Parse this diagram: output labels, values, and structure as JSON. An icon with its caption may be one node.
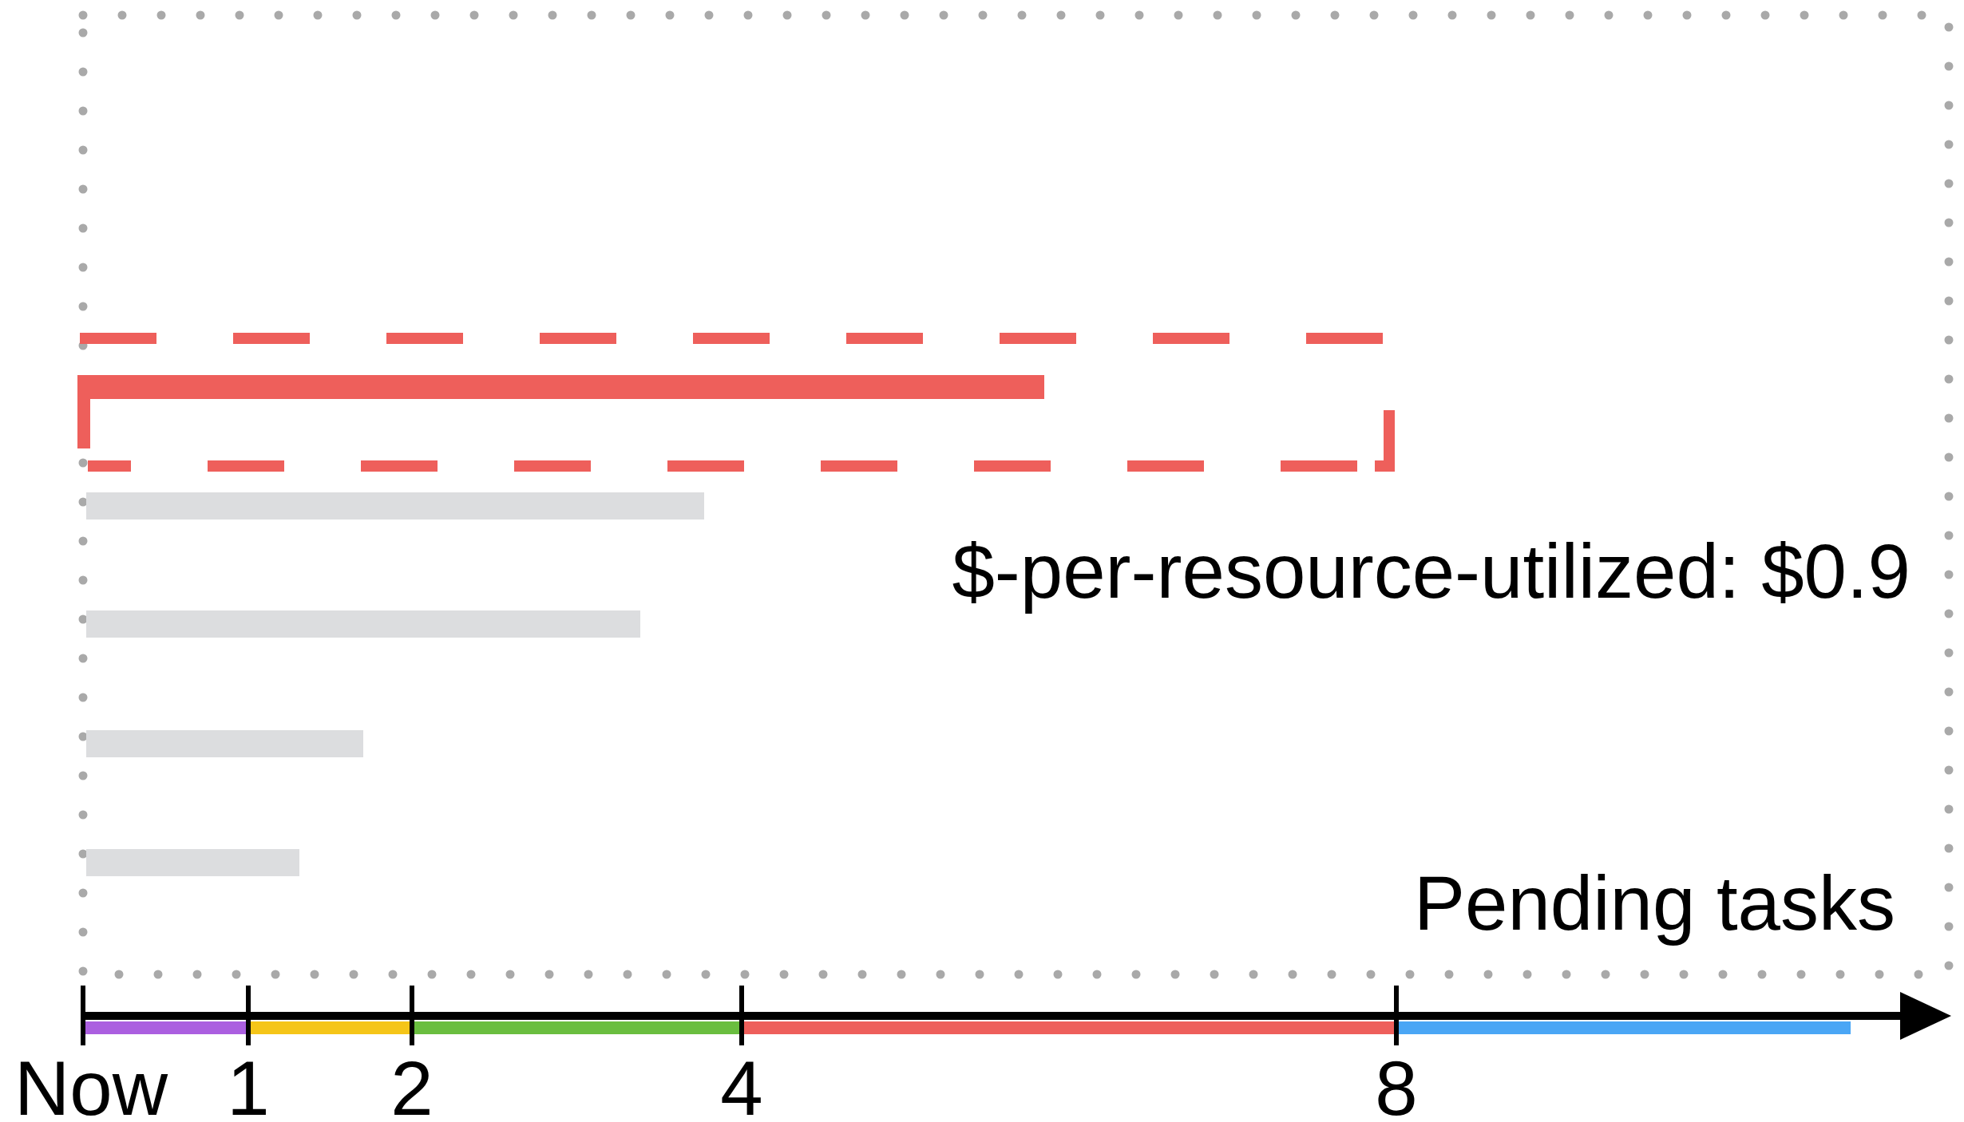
{
  "diagram": {
    "labels": [
      "$-per-resource-utilized: $0.9",
      "Pending tasks",
      "Now",
      "1",
      "2",
      "4",
      "8"
    ]
  }
}
